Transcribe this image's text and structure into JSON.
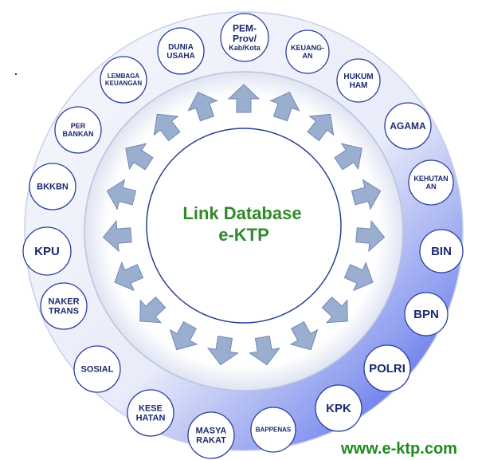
{
  "center": {
    "line1": "Link Database",
    "line2": "e-KTP"
  },
  "nodes": [
    {
      "id": "pem-prov",
      "lines": [
        "PEM-",
        "Prov/",
        "Kab/Kota"
      ]
    },
    {
      "id": "keuangan",
      "lines": [
        "KEUANG-",
        "AN"
      ]
    },
    {
      "id": "hukum-ham",
      "lines": [
        "HUKUM",
        "HAM"
      ]
    },
    {
      "id": "agama",
      "lines": [
        "AGAMA"
      ]
    },
    {
      "id": "kehutanan",
      "lines": [
        "KEHUTAN",
        "AN"
      ]
    },
    {
      "id": "bin",
      "lines": [
        "BIN"
      ]
    },
    {
      "id": "bpn",
      "lines": [
        "BPN"
      ]
    },
    {
      "id": "polri",
      "lines": [
        "POLRI"
      ]
    },
    {
      "id": "kpk",
      "lines": [
        "KPK"
      ]
    },
    {
      "id": "bappenas",
      "lines": [
        "BAPPENAS"
      ]
    },
    {
      "id": "masya-rakat",
      "lines": [
        "MASYA",
        "RAKAT"
      ]
    },
    {
      "id": "kese-hatan",
      "lines": [
        "KESE",
        "HATAN"
      ]
    },
    {
      "id": "sosial",
      "lines": [
        "SOSIAL"
      ]
    },
    {
      "id": "naker-trans",
      "lines": [
        "NAKER",
        "TRANS"
      ]
    },
    {
      "id": "kpu",
      "lines": [
        "KPU"
      ]
    },
    {
      "id": "bkkbn",
      "lines": [
        "BKKBN"
      ]
    },
    {
      "id": "per-bankan",
      "lines": [
        "PER",
        "BANKAN"
      ]
    },
    {
      "id": "lembaga-keuangan",
      "lines": [
        "LEMBAGA",
        "KEUANGAN"
      ]
    },
    {
      "id": "dunia-usaha",
      "lines": [
        "DUNIA",
        "USAHA"
      ]
    }
  ],
  "website": "www.e-ktp.com",
  "colors": {
    "ring_light": "#f2f4fb",
    "ring_dark": "#3b4fe0",
    "node_fill": "#ffffff",
    "node_stroke": "#2a3f9a",
    "arrow_fill": "#9aaed0",
    "arrow_stroke": "#7388b3",
    "center_text": "#2f8a2a",
    "node_text": "#1a2a6c"
  }
}
